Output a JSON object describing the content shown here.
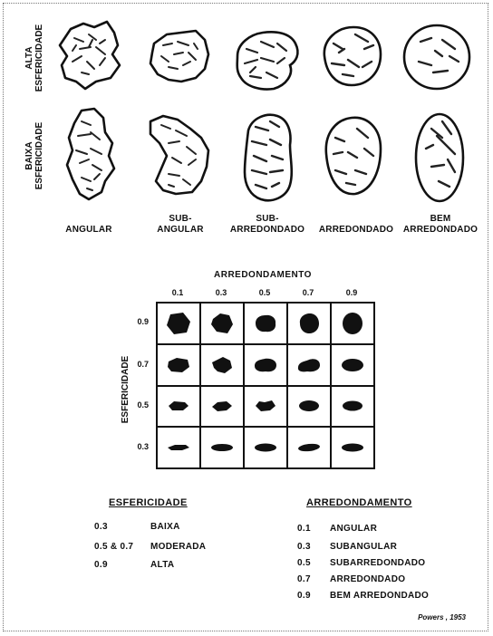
{
  "row_labels": {
    "top": [
      "ALTA",
      "ESFERICIDADE"
    ],
    "bottom": [
      "BAIXA",
      "ESFERICIDADE"
    ]
  },
  "columns": [
    {
      "line1": "ANGULAR",
      "line2": ""
    },
    {
      "line1": "SUB-",
      "line2": "ANGULAR"
    },
    {
      "line1": "SUB-",
      "line2": "ARREDONDADO"
    },
    {
      "line1": "ARREDONDADO",
      "line2": ""
    },
    {
      "line1": "BEM",
      "line2": "ARREDONDADO"
    }
  ],
  "grid": {
    "x_title": "ARREDONDAMENTO",
    "x_ticks": [
      "0.1",
      "0.3",
      "0.5",
      "0.7",
      "0.9"
    ],
    "y_title": "ESFERICIDADE",
    "y_ticks": [
      "0.9",
      "0.7",
      "0.5",
      "0.3"
    ]
  },
  "legend_esfericidade": {
    "title": "ESFERICIDADE",
    "rows": [
      {
        "value": "0.3",
        "label": "BAIXA"
      },
      {
        "value": "0.5 & 0.7",
        "label": "MODERADA"
      },
      {
        "value": "0.9",
        "label": "ALTA"
      }
    ]
  },
  "legend_arredondamento": {
    "title": "ARREDONDAMENTO",
    "rows": [
      {
        "value": "0.1",
        "label": "ANGULAR"
      },
      {
        "value": "0.3",
        "label": "SUBANGULAR"
      },
      {
        "value": "0.5",
        "label": "SUBARREDONDADO"
      },
      {
        "value": "0.7",
        "label": "ARREDONDADO"
      },
      {
        "value": "0.9",
        "label": "BEM ARREDONDADO"
      }
    ]
  },
  "credit": "Powers , 1953"
}
